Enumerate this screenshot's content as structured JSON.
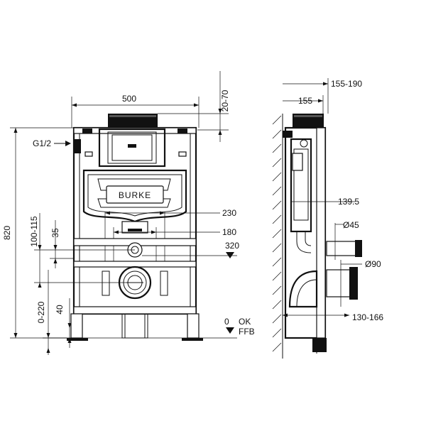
{
  "dims_front": {
    "width": "500",
    "top_adjust": "20-70",
    "height": "820",
    "inlet": "G1/2",
    "d100_115": "100-115",
    "d35": "35",
    "d230": "230",
    "d180": "180",
    "d320": "320",
    "d0_220": "0-220",
    "d40": "40",
    "zero_ok": "0",
    "ok": "OK",
    "ffb": "FFB"
  },
  "brand": "BURKE",
  "dims_side": {
    "depth_range": "155-190",
    "depth": "155",
    "d139_5": "139.5",
    "dia45": "Ø45",
    "dia90": "Ø90",
    "d130_166": "130-166"
  },
  "icons": [
    "arrow-icon",
    "level-triangle-icon",
    "drain-circle-icon"
  ]
}
